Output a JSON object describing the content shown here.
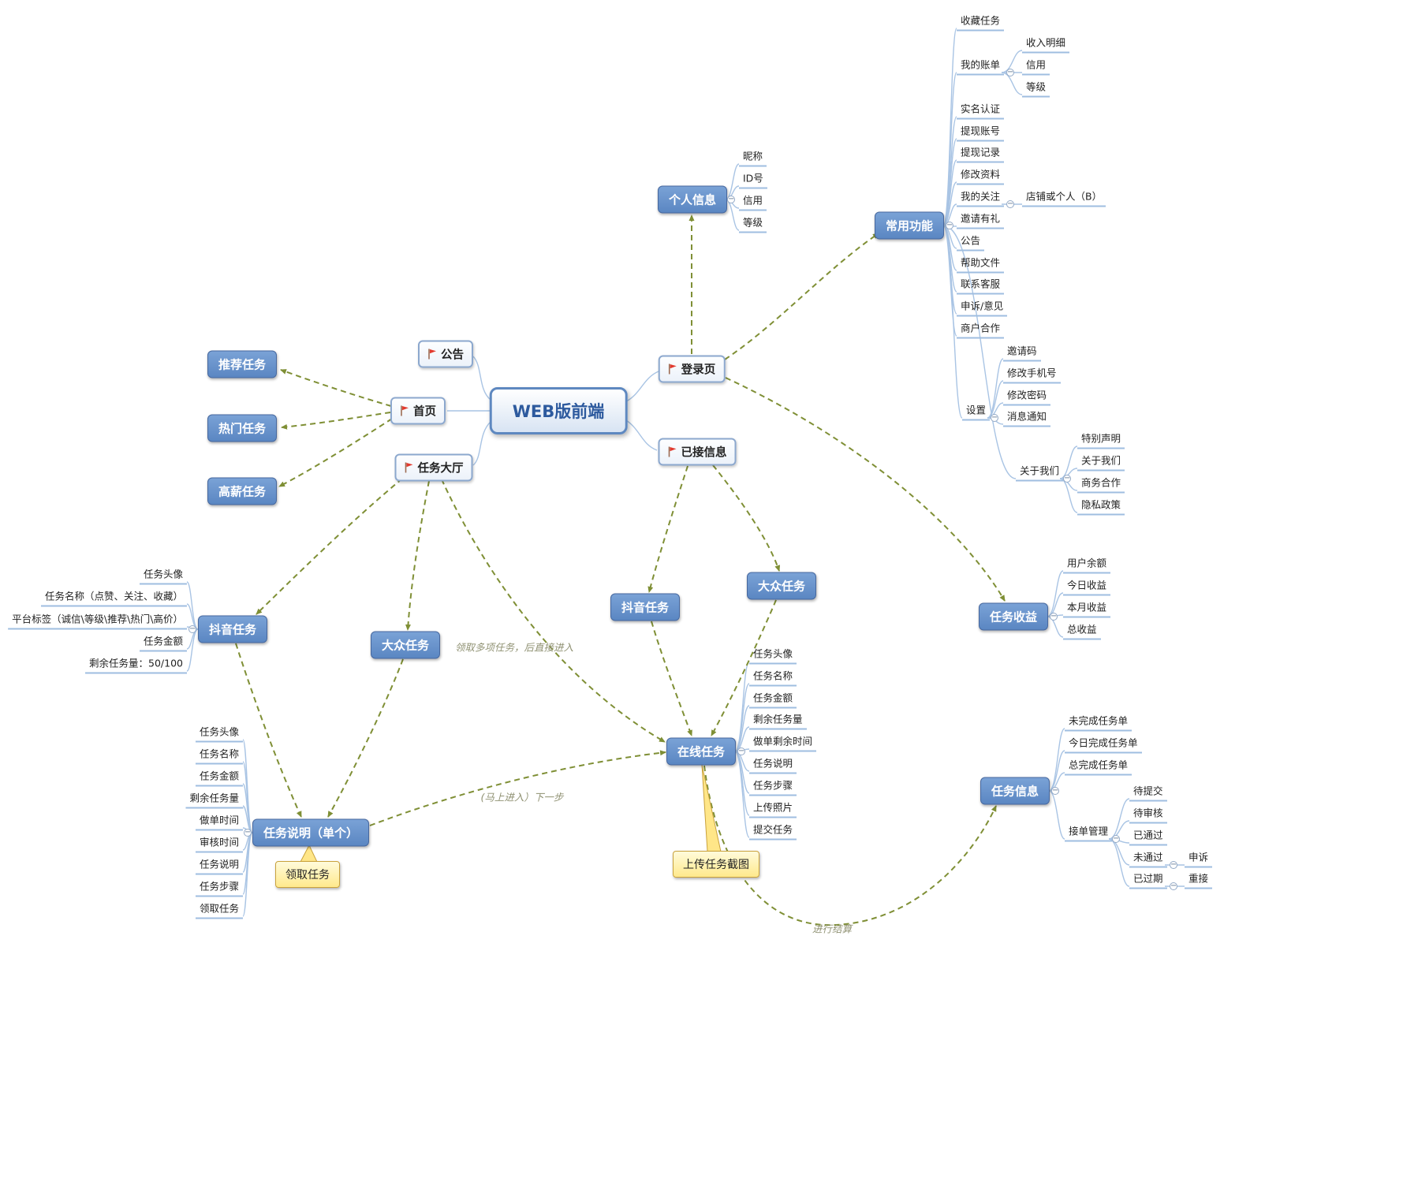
{
  "root": {
    "label": "WEB版前端"
  },
  "colors": {
    "topic_blue": "#5A86C2",
    "link_olive": "#7F8F35",
    "tree_blue": "#A9C4E4",
    "flag_red": "#E23A2E",
    "callout_yellow": "#FFE98C"
  },
  "flags": {
    "announcement": "公告",
    "home": "首页",
    "task_hall": "任务大厅",
    "login": "登录页",
    "received_info": "已接信息"
  },
  "topics": {
    "personal_info": "个人信息",
    "common_functions": "常用功能",
    "recommended_tasks": "推荐任务",
    "hot_tasks": "热门任务",
    "high_pay_tasks": "高薪任务",
    "douyin_tasks_1": "抖音任务",
    "public_tasks_1": "大众任务",
    "douyin_tasks_2": "抖音任务",
    "public_tasks_2": "大众任务",
    "online_tasks": "在线任务",
    "task_desc_single": "任务说明（单个）",
    "task_income": "任务收益",
    "task_info": "任务信息"
  },
  "leaves": {
    "nickname": "昵称",
    "id_no": "ID号",
    "credit": "信用",
    "level": "等级",
    "fav_tasks": "收藏任务",
    "my_bills": "我的账单",
    "income_detail": "收入明细",
    "credit2": "信用",
    "level2": "等级",
    "real_name": "实名认证",
    "withdraw_account": "提现账号",
    "withdraw_records": "提现记录",
    "edit_profile": "修改资料",
    "my_follows": "我的关注",
    "shop_or_personal": "店铺或个人（B）",
    "invite_gift": "邀请有礼",
    "announcement2": "公告",
    "help_files": "帮助文件",
    "contact_service": "联系客服",
    "appeal_feedback": "申诉/意见",
    "merchant_coop": "商户合作",
    "settings": "设置",
    "invite_code": "邀请码",
    "change_phone": "修改手机号",
    "change_password": "修改密码",
    "msg_notify": "消息通知",
    "about_us": "关于我们",
    "special_statement": "特别声明",
    "about_us2": "关于我们",
    "business_coop": "商务合作",
    "privacy_policy": "隐私政策",
    "task_avatar1": "任务头像",
    "task_name1": "任务名称（点赞、关注、收藏）",
    "platform_tags": "平台标签（诚信\\等级\\推荐\\热门\\高价）",
    "task_amount1": "任务金额",
    "remaining1": "剩余任务量：50/100",
    "task_avatar2": "任务头像",
    "task_name2": "任务名称",
    "task_amount2": "任务金额",
    "remaining2": "剩余任务量",
    "order_time": "做单时间",
    "review_time": "审核时间",
    "task_desc_leaf": "任务说明",
    "task_steps2": "任务步骤",
    "claim_task_leaf": "领取任务",
    "task_avatar3": "任务头像",
    "task_name3": "任务名称",
    "task_amount3": "任务金额",
    "remaining3": "剩余任务量",
    "order_time_left": "做单剩余时间",
    "task_desc3": "任务说明",
    "task_steps3": "任务步骤",
    "upload_photo": "上传照片",
    "submit_task": "提交任务",
    "user_balance": "用户余额",
    "today_income": "今日收益",
    "month_income": "本月收益",
    "total_income": "总收益",
    "unfinished": "未完成任务单",
    "today_finished": "今日完成任务单",
    "total_finished": "总完成任务单",
    "order_mgmt": "接单管理",
    "to_submit": "待提交",
    "to_review": "待审核",
    "passed": "已通过",
    "failed": "未通过",
    "expired": "已过期",
    "appeal": "申诉",
    "retake": "重接"
  },
  "callouts": {
    "claim_task": "领取任务",
    "upload_screenshot": "上传任务截图"
  },
  "edge_labels": {
    "multi_claim": "领取多项任务，后直接进入",
    "enter_now": "(马上进入）下一步",
    "settlement": "进行结算"
  }
}
